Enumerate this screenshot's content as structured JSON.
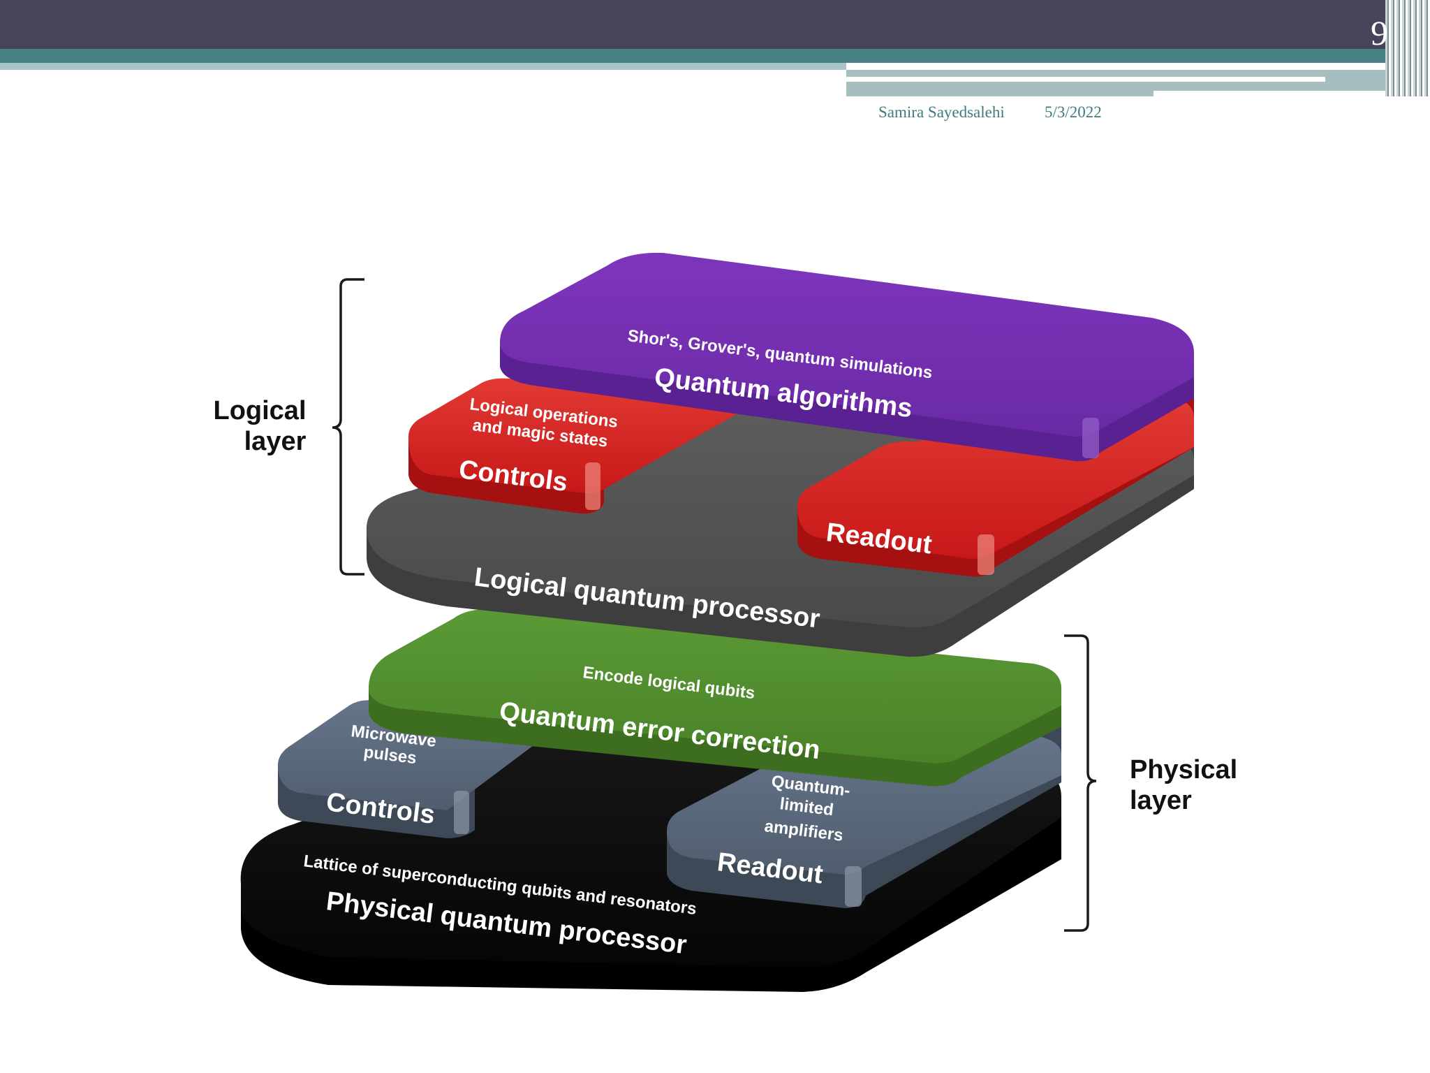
{
  "slide": {
    "page_number": "9",
    "author": "Samira Sayedsalehi",
    "date": "5/3/2022"
  },
  "colors": {
    "header_dark": "#454459",
    "header_teal": "#4a8184",
    "purple": "#6f2da8",
    "red": "#d42020",
    "gray": "#545454",
    "green": "#4f8a2b",
    "slate": "#576474",
    "black": "#0c0c0c"
  },
  "diagram": {
    "logical_bracket_label": [
      "Logical",
      "layer"
    ],
    "physical_bracket_label": [
      "Physical",
      "layer"
    ],
    "quantum_algorithms": {
      "subtitle": "Shor's, Grover's, quantum simulations",
      "title": "Quantum algorithms"
    },
    "logical_controls": {
      "subtitle": [
        "Logical operations",
        "and magic states"
      ],
      "title": "Controls"
    },
    "logical_readout": {
      "title": "Readout"
    },
    "logical_processor": {
      "title": "Logical quantum processor"
    },
    "error_correction": {
      "subtitle": "Encode logical qubits",
      "title": "Quantum error correction"
    },
    "physical_controls": {
      "subtitle": [
        "Microwave",
        "pulses"
      ],
      "title": "Controls"
    },
    "physical_readout": {
      "subtitle": [
        "Quantum-",
        "limited",
        "amplifiers"
      ],
      "title": "Readout"
    },
    "physical_processor": {
      "subtitle": "Lattice of superconducting qubits and resonators",
      "title": "Physical quantum processor"
    }
  }
}
